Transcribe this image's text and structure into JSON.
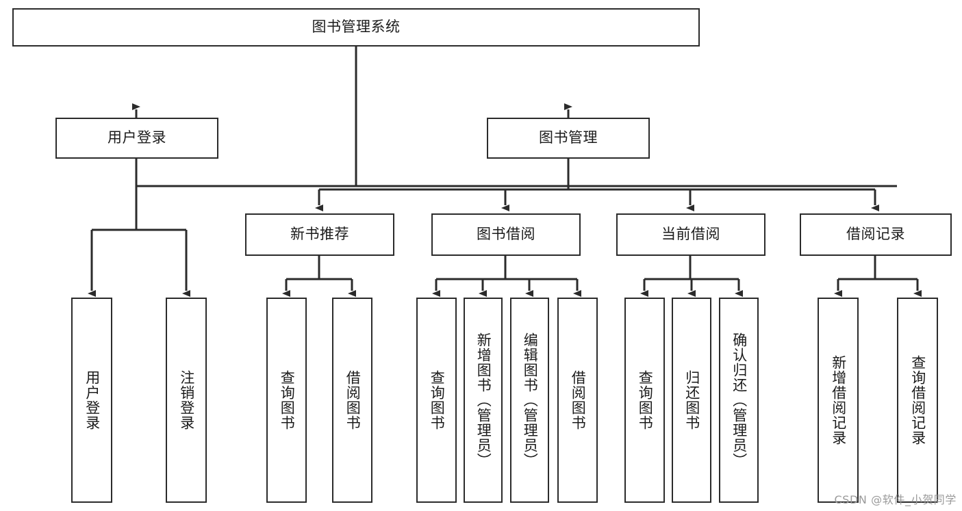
{
  "diagram": {
    "title_node": {
      "label": "图书管理系统"
    },
    "level2": [
      {
        "id": "user-login",
        "label": "用户登录"
      },
      {
        "id": "book-manage",
        "label": "图书管理"
      }
    ],
    "level3": [
      {
        "id": "new-book-recommend",
        "label": "新书推荐"
      },
      {
        "id": "book-borrow",
        "label": "图书借阅"
      },
      {
        "id": "current-borrow",
        "label": "当前借阅"
      },
      {
        "id": "borrow-record",
        "label": "借阅记录"
      }
    ],
    "leaves": [
      {
        "id": "leaf-user-login",
        "label": "用户登录"
      },
      {
        "id": "leaf-logout",
        "label": "注销登录"
      },
      {
        "id": "leaf-query-book-1",
        "label": "查询图书"
      },
      {
        "id": "leaf-borrow-book-1",
        "label": "借阅图书"
      },
      {
        "id": "leaf-query-book-2",
        "label": "查询图书"
      },
      {
        "id": "leaf-add-book",
        "label": "新增图书（管理员）"
      },
      {
        "id": "leaf-edit-book",
        "label": "编辑图书（管理员）"
      },
      {
        "id": "leaf-borrow-book-2",
        "label": "借阅图书"
      },
      {
        "id": "leaf-query-book-3",
        "label": "查询图书"
      },
      {
        "id": "leaf-return-book",
        "label": "归还图书"
      },
      {
        "id": "leaf-confirm-return",
        "label": "确认归还（管理员）"
      },
      {
        "id": "leaf-add-record",
        "label": "新增借阅记录"
      },
      {
        "id": "leaf-query-record",
        "label": "查询借阅记录"
      }
    ]
  },
  "watermark": {
    "text": "CSDN @软件_小贺同学"
  },
  "colors": {
    "stroke": "#2b2b2b",
    "background": "#ffffff",
    "text": "#1b1b1b",
    "watermark": "#9a9a9a"
  }
}
